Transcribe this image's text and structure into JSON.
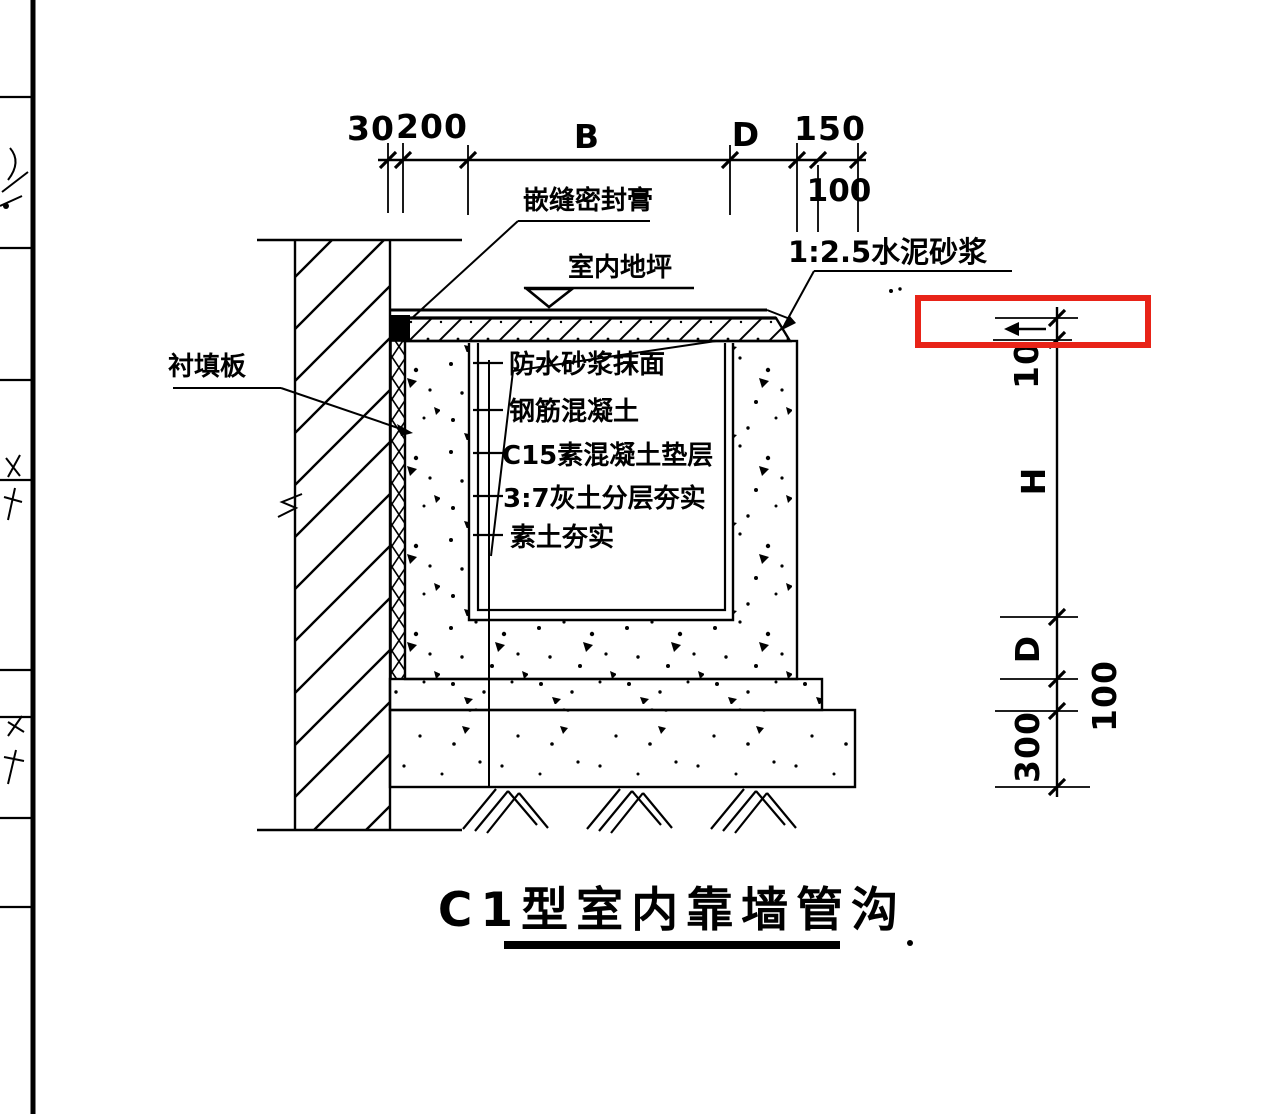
{
  "page": {
    "background": "#ffffff",
    "line_color": "#000000",
    "highlight_color": "#e82318"
  },
  "top_dimensions": {
    "d30": "30",
    "d200": "200",
    "dB": "B",
    "dD": "D",
    "d150": "150",
    "d100": "100"
  },
  "right_dimensions": {
    "d10": "10",
    "dH": "H",
    "dD": "D",
    "d100": "100",
    "d300": "300"
  },
  "annotations": {
    "joint_sealant": "嵌缝密封膏",
    "indoor_floor": "室内地坪",
    "cement_mortar": "1:2.5水泥砂浆",
    "liner_board": "衬填板",
    "waterproof_finish": "防水砂浆抹面",
    "reinforced_concrete": "钢筋混凝土",
    "c15_cushion": "C15素混凝土垫层",
    "lime_soil": "3:7灰土分层夯实",
    "compacted_soil": "素土夯实"
  },
  "title": {
    "text": "C1型室内靠墙管沟"
  }
}
